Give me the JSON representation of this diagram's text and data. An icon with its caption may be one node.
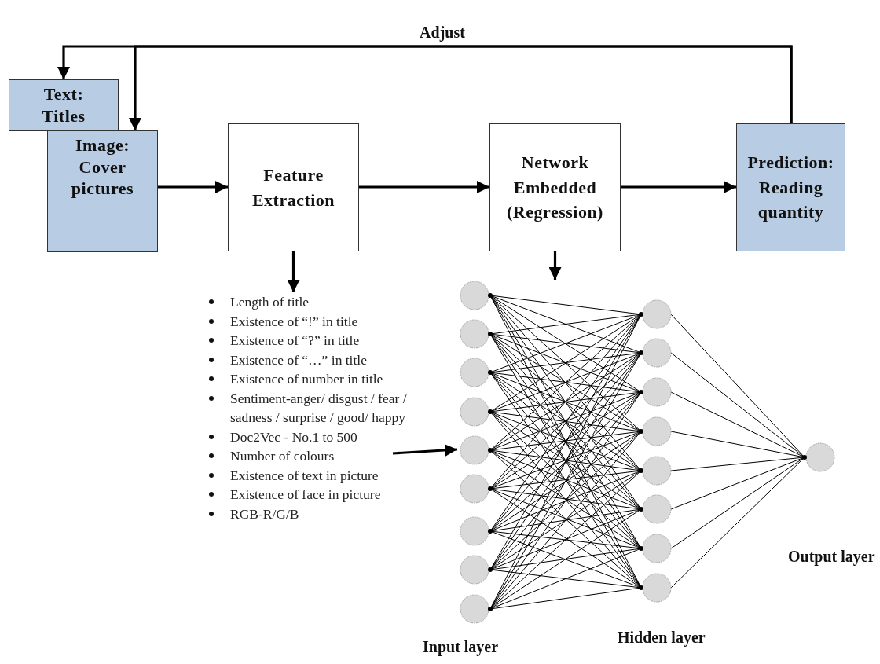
{
  "diagram": {
    "nodes": [
      {
        "text": [
          "Text: Titles"
        ]
      },
      {
        "text": [
          "Image: Cover pictures"
        ]
      },
      {
        "text": [
          "Feature Extraction"
        ]
      },
      {
        "text": [
          "Network Embedded (Regression)"
        ]
      },
      {
        "text": [
          "Prediction: Reading quantity"
        ]
      },
      {
        "text": [
          "Length of title",
          "Existence of “!” in title",
          "Existence of “?” in title",
          "Existence of “…” in title",
          "Existence of number in title",
          "Sentiment-anger/ disgust / fear / sadness / surprise / good/ happy",
          "Doc2Vec - No.1 to 500",
          "Number of colours",
          "Existence of text in picture",
          "Existence of face in picture",
          "RGB-R/G/B"
        ]
      },
      {
        "text": [],
        "shape": "picture"
      }
    ],
    "edges": [
      {
        "from": 4,
        "to": 0,
        "arrow": "to",
        "label": "Adjust"
      },
      {
        "from": 4,
        "to": 1,
        "arrow": "to"
      },
      {
        "from": 1,
        "to": 2,
        "arrow": "to"
      },
      {
        "from": 2,
        "to": 3,
        "arrow": "to"
      },
      {
        "from": 3,
        "to": 4,
        "arrow": "to"
      },
      {
        "from": 2,
        "to": 5,
        "arrow": "to"
      },
      {
        "from": 3,
        "to": 6,
        "arrow": "to"
      },
      {
        "from": 5,
        "to": 6,
        "arrow": "to"
      }
    ],
    "labels": [
      "Input layer",
      "Hidden layer",
      "Output layer"
    ]
  }
}
